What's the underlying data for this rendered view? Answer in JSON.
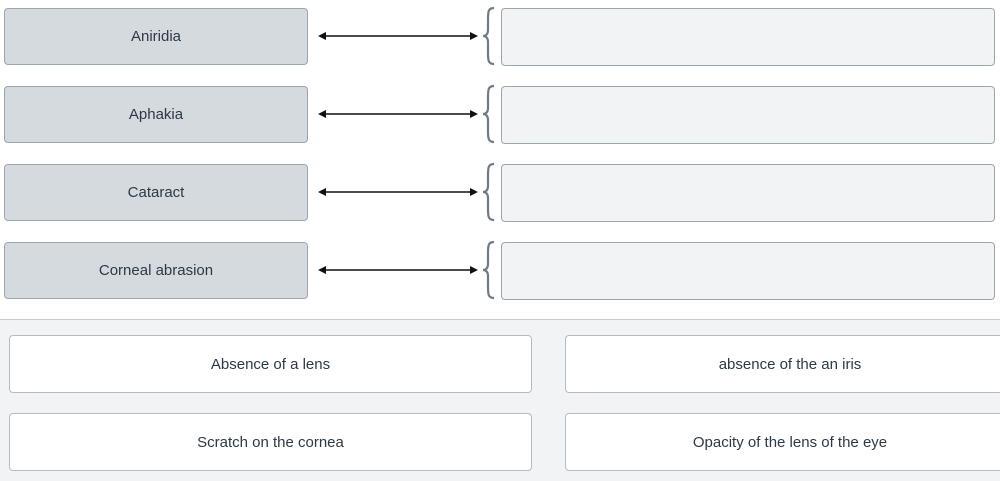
{
  "prompts": [
    {
      "label": "Aniridia"
    },
    {
      "label": "Aphakia"
    },
    {
      "label": "Cataract"
    },
    {
      "label": "Corneal abrasion"
    }
  ],
  "choices": [
    {
      "label": "Absence of a lens"
    },
    {
      "label": "absence of the an iris"
    },
    {
      "label": "Scratch on the cornea"
    },
    {
      "label": "Opacity of the lens of the eye"
    }
  ],
  "colors": {
    "prompt_bg": "#d4dadd",
    "target_bg": "#f2f3f4",
    "bank_bg": "#f2f3f4",
    "choice_bg": "#ffffff",
    "text": "#2b3a46",
    "brace": "#6b7c88"
  }
}
